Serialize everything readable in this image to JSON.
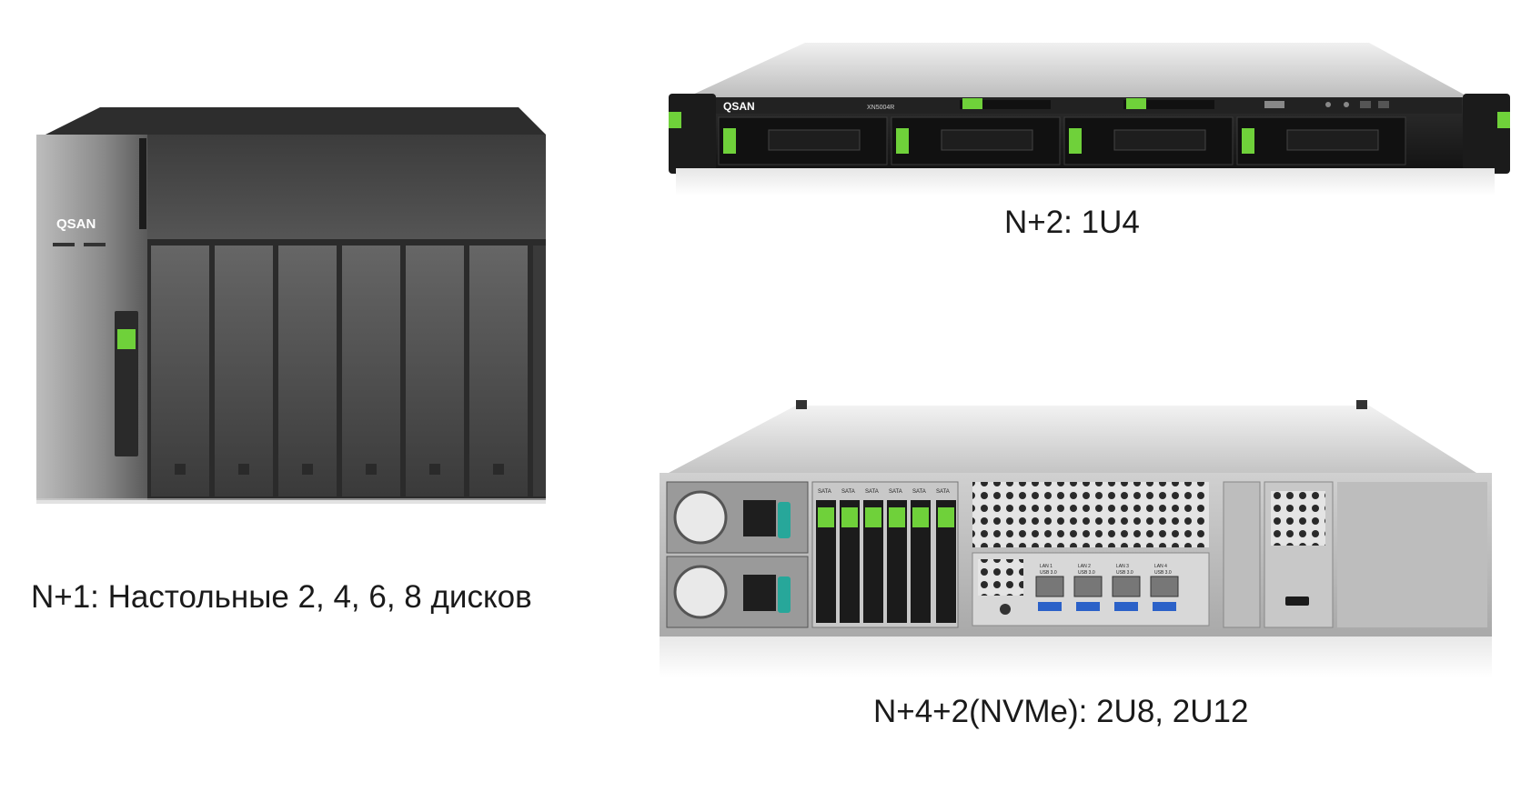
{
  "captions": {
    "desktop": "N+1: Настольные 2, 4, 6, 8 дисков",
    "rack_1u": "N+2: 1U4",
    "rack_2u": "N+4+2(NVMe): 2U8, 2U12"
  },
  "logos": {
    "desktop": "QSAN",
    "rack_1u": "QSAN"
  },
  "labels": {
    "rack_1u_model": "XN5004R",
    "rack_2u_bays": [
      "SATA",
      "SATA",
      "SATA",
      "SATA",
      "SATA",
      "SATA"
    ],
    "rack_2u_lan": [
      "LAN 1",
      "LAN 2",
      "LAN 3",
      "LAN 4"
    ],
    "rack_2u_usb": [
      "USB 3.0",
      "USB 3.0",
      "USB 3.0",
      "USB 3.0"
    ]
  },
  "colors": {
    "accent_green": "#6fd13a",
    "teal_handle": "#27a79a",
    "chassis_dark": "#2a2a2a"
  }
}
